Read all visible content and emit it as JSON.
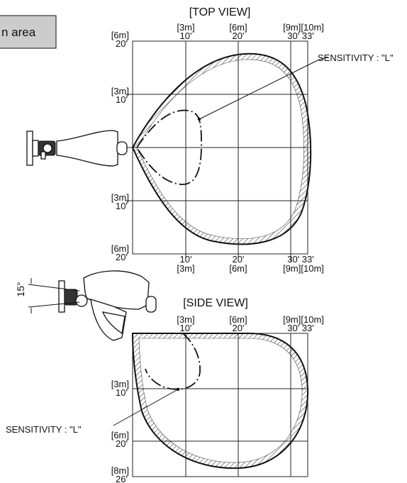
{
  "legend_box": {
    "text": "n area"
  },
  "top_view": {
    "title": "[TOP VIEW]",
    "top_ticks": [
      {
        "m": "[3m]",
        "ft": "10'"
      },
      {
        "m": "[6m]",
        "ft": "20'"
      },
      {
        "m": "[9m][10m]",
        "ft": "30'  33'"
      }
    ],
    "bottom_ticks": [
      {
        "ft": "10'",
        "m": "[3m]"
      },
      {
        "ft": "20'",
        "m": "[6m]"
      },
      {
        "ft": "30'  33'",
        "m": "[9m][10m]"
      }
    ],
    "left_ticks": [
      {
        "m": "[6m]",
        "ft": "20'"
      },
      {
        "m": "[3m]",
        "ft": "10'"
      },
      {
        "m": "[3m]",
        "ft": "10'"
      },
      {
        "m": "[6m]",
        "ft": "20'"
      }
    ],
    "sensitivity_label": "SENSITIVITY : \"L\""
  },
  "side_view": {
    "title": "[SIDE VIEW]",
    "angle_label": "15°",
    "top_ticks": [
      {
        "m": "[3m]",
        "ft": "10'"
      },
      {
        "m": "[6m]",
        "ft": "20'"
      },
      {
        "m": "[9m][10m]",
        "ft": "30'  33'"
      }
    ],
    "left_ticks": [
      {
        "m": "[3m]",
        "ft": "10'"
      },
      {
        "m": "[6m]",
        "ft": "20'"
      },
      {
        "m": "[8m]",
        "ft": "26'"
      }
    ],
    "sensitivity_label": "SENSITIVITY : \"L\""
  }
}
